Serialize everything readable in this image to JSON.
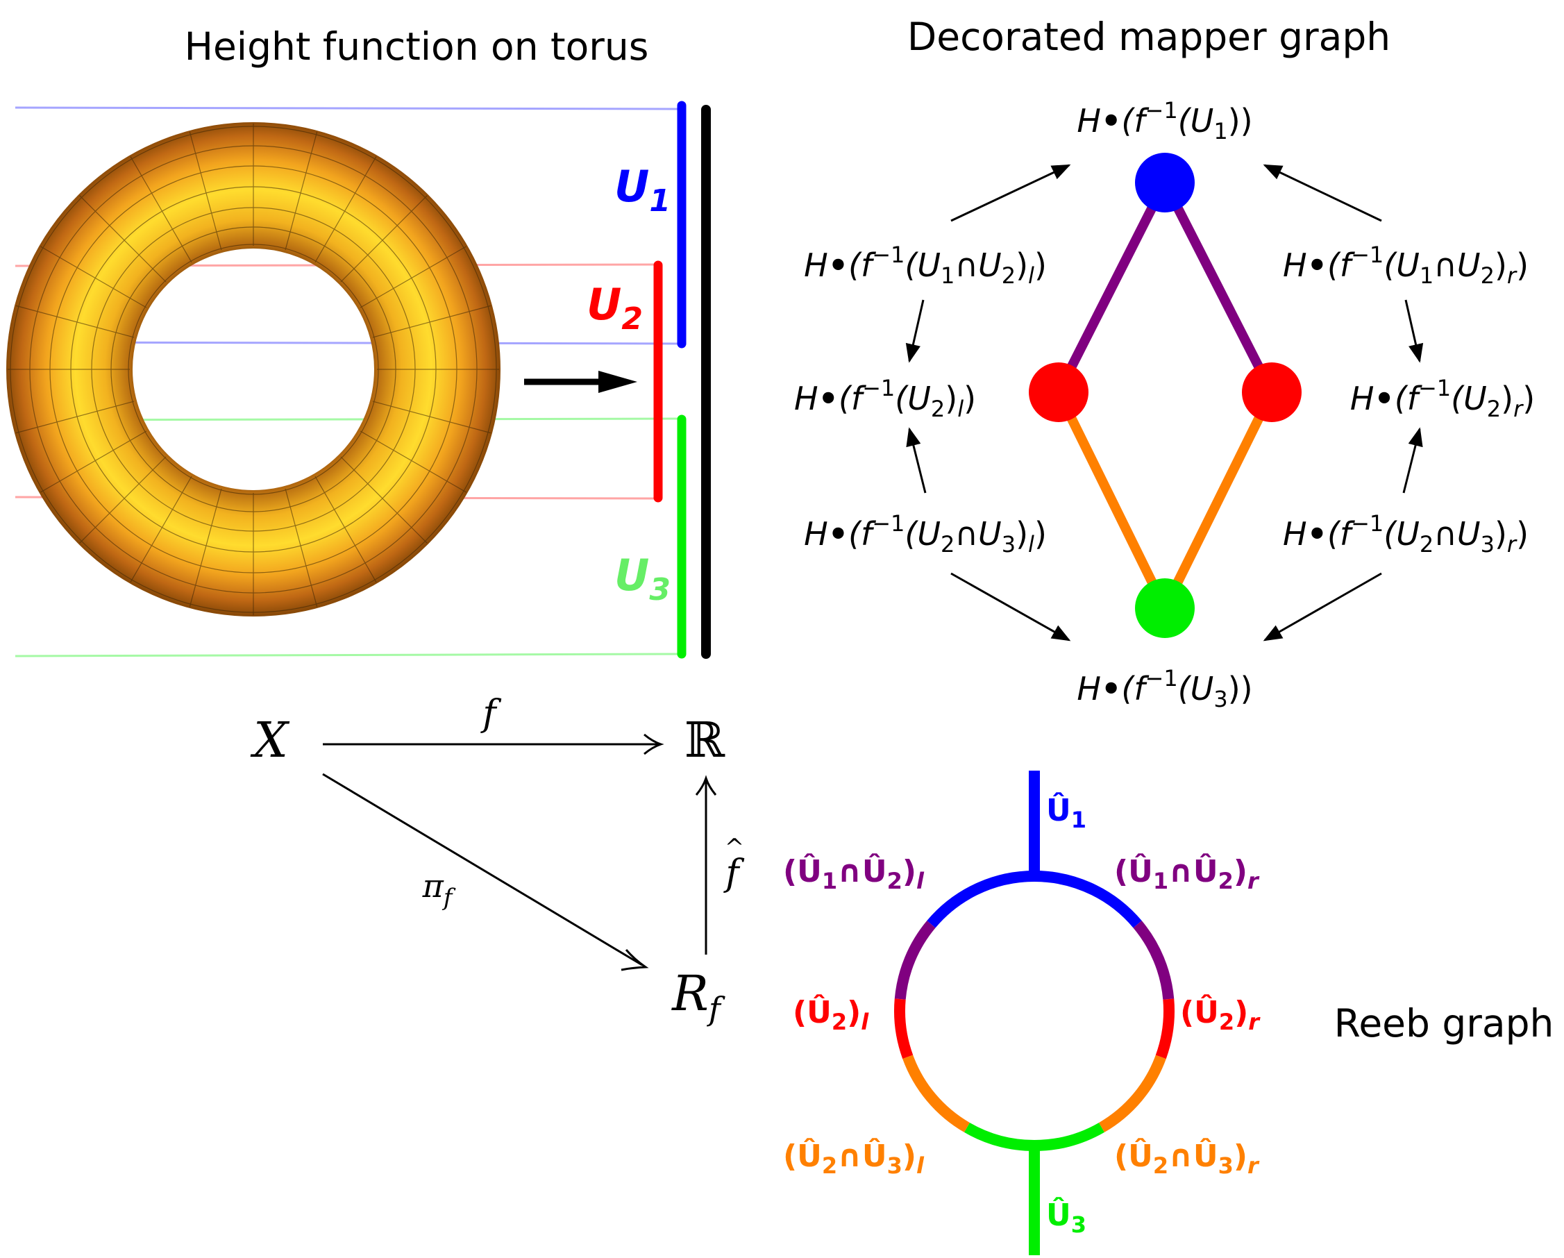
{
  "titles": {
    "torus": "Height function on torus",
    "mapper": "Decorated mapper graph",
    "reeb": "Reeb graph"
  },
  "colors": {
    "u1": "#0000ff",
    "u2": "#ff0000",
    "u3": "#00ee00",
    "u3_label": "#66ee66",
    "purple": "#800080",
    "orange": "#ff8000",
    "torus_light": "#ffd42a",
    "torus_dark": "#8a4a08"
  },
  "cover": {
    "u1": {
      "base": "U",
      "sub": "1"
    },
    "u2": {
      "base": "U",
      "sub": "2"
    },
    "u3": {
      "base": "U",
      "sub": "3"
    }
  },
  "mapper": {
    "top": {
      "pre": "H",
      "a": "(f",
      "sup": "−1",
      "b": "(U",
      "s1": "1",
      "c": "))"
    },
    "bottom": {
      "pre": "H",
      "a": "(f",
      "sup": "−1",
      "b": "(U",
      "s1": "3",
      "c": "))"
    },
    "upper_left": {
      "pre": "H",
      "a": "(f",
      "sup": "−1",
      "b": "(U",
      "s1": "1",
      "cap": "∩U",
      "s2": "2",
      "c": ")",
      "side": "l",
      "d": ")"
    },
    "upper_right": {
      "pre": "H",
      "a": "(f",
      "sup": "−1",
      "b": "(U",
      "s1": "1",
      "cap": "∩U",
      "s2": "2",
      "c": ")",
      "side": "r",
      "d": ")"
    },
    "mid_left": {
      "pre": "H",
      "a": "(f",
      "sup": "−1",
      "b": "(U",
      "s1": "2",
      "c": ")",
      "side": "l",
      "d": ")"
    },
    "mid_right": {
      "pre": "H",
      "a": "(f",
      "sup": "−1",
      "b": "(U",
      "s1": "2",
      "c": ")",
      "side": "r",
      "d": ")"
    },
    "lower_left": {
      "pre": "H",
      "a": "(f",
      "sup": "−1",
      "b": "(U",
      "s1": "2",
      "cap": "∩U",
      "s2": "3",
      "c": ")",
      "side": "l",
      "d": ")"
    },
    "lower_right": {
      "pre": "H",
      "a": "(f",
      "sup": "−1",
      "b": "(U",
      "s1": "2",
      "cap": "∩U",
      "s2": "3",
      "c": ")",
      "side": "r",
      "d": ")"
    }
  },
  "commutative_diagram": {
    "X": "X",
    "R": "ℝ",
    "Rf": "R",
    "Rf_sub": "f",
    "f": "f",
    "pi": "π",
    "pi_sub": "f",
    "fhat": "f"
  },
  "reeb": {
    "u1": {
      "base": "Û",
      "sub": "1"
    },
    "u3": {
      "base": "Û",
      "sub": "3"
    },
    "u12_l": {
      "open": "(Û",
      "s1": "1",
      "cap": "∩Û",
      "s2": "2",
      "close": ")",
      "side": "l"
    },
    "u12_r": {
      "open": "(Û",
      "s1": "1",
      "cap": "∩Û",
      "s2": "2",
      "close": ")",
      "side": "r"
    },
    "u2_l": {
      "open": "(Û",
      "s1": "2",
      "close": ")",
      "side": "l"
    },
    "u2_r": {
      "open": "(Û",
      "s1": "2",
      "close": ")",
      "side": "r"
    },
    "u23_l": {
      "open": "(Û",
      "s1": "2",
      "cap": "∩Û",
      "s2": "3",
      "close": ")",
      "side": "l"
    },
    "u23_r": {
      "open": "(Û",
      "s1": "2",
      "cap": "∩Û",
      "s2": "3",
      "close": ")",
      "side": "r"
    }
  }
}
